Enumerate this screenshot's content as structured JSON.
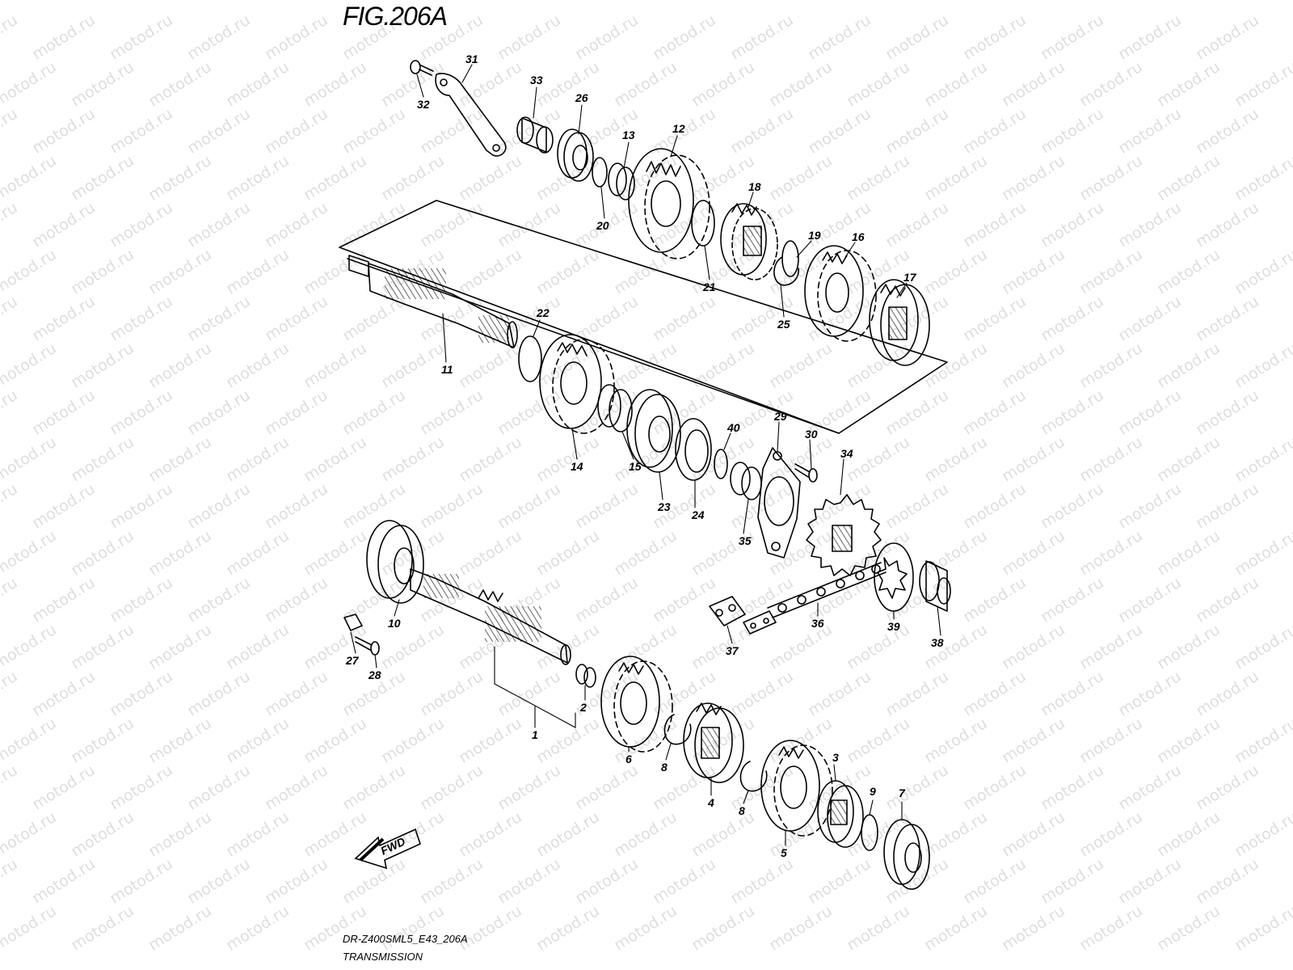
{
  "figure": {
    "title": "FIG.206A",
    "model_code": "DR-Z400SML5_E43_206A",
    "section_title": "TRANSMISSION",
    "forward_label": "FWD",
    "watermark": "motod.ru"
  },
  "callouts": [
    {
      "id": "c31",
      "text": "31"
    },
    {
      "id": "c32",
      "text": "32"
    },
    {
      "id": "c33",
      "text": "33"
    },
    {
      "id": "c26",
      "text": "26"
    },
    {
      "id": "c13",
      "text": "13"
    },
    {
      "id": "c12",
      "text": "12"
    },
    {
      "id": "c20",
      "text": "20"
    },
    {
      "id": "c18",
      "text": "18"
    },
    {
      "id": "c21",
      "text": "21"
    },
    {
      "id": "c19",
      "text": "19"
    },
    {
      "id": "c16",
      "text": "16"
    },
    {
      "id": "c25",
      "text": "25"
    },
    {
      "id": "c17",
      "text": "17"
    },
    {
      "id": "c22",
      "text": "22"
    },
    {
      "id": "c11",
      "text": "11"
    },
    {
      "id": "c14",
      "text": "14"
    },
    {
      "id": "c15",
      "text": "15"
    },
    {
      "id": "c23",
      "text": "23"
    },
    {
      "id": "c24",
      "text": "24"
    },
    {
      "id": "c40",
      "text": "40"
    },
    {
      "id": "c29",
      "text": "29"
    },
    {
      "id": "c30",
      "text": "30"
    },
    {
      "id": "c34",
      "text": "34"
    },
    {
      "id": "c35",
      "text": "35"
    },
    {
      "id": "c10",
      "text": "10"
    },
    {
      "id": "c27",
      "text": "27"
    },
    {
      "id": "c28",
      "text": "28"
    },
    {
      "id": "c1",
      "text": "1"
    },
    {
      "id": "c2",
      "text": "2"
    },
    {
      "id": "c6",
      "text": "6"
    },
    {
      "id": "c8a",
      "text": "8"
    },
    {
      "id": "c4",
      "text": "4"
    },
    {
      "id": "c8b",
      "text": "8"
    },
    {
      "id": "c5",
      "text": "5"
    },
    {
      "id": "c3",
      "text": "3"
    },
    {
      "id": "c9",
      "text": "9"
    },
    {
      "id": "c7",
      "text": "7"
    },
    {
      "id": "c36",
      "text": "36"
    },
    {
      "id": "c37",
      "text": "37"
    },
    {
      "id": "c38",
      "text": "38"
    },
    {
      "id": "c39",
      "text": "39"
    }
  ]
}
